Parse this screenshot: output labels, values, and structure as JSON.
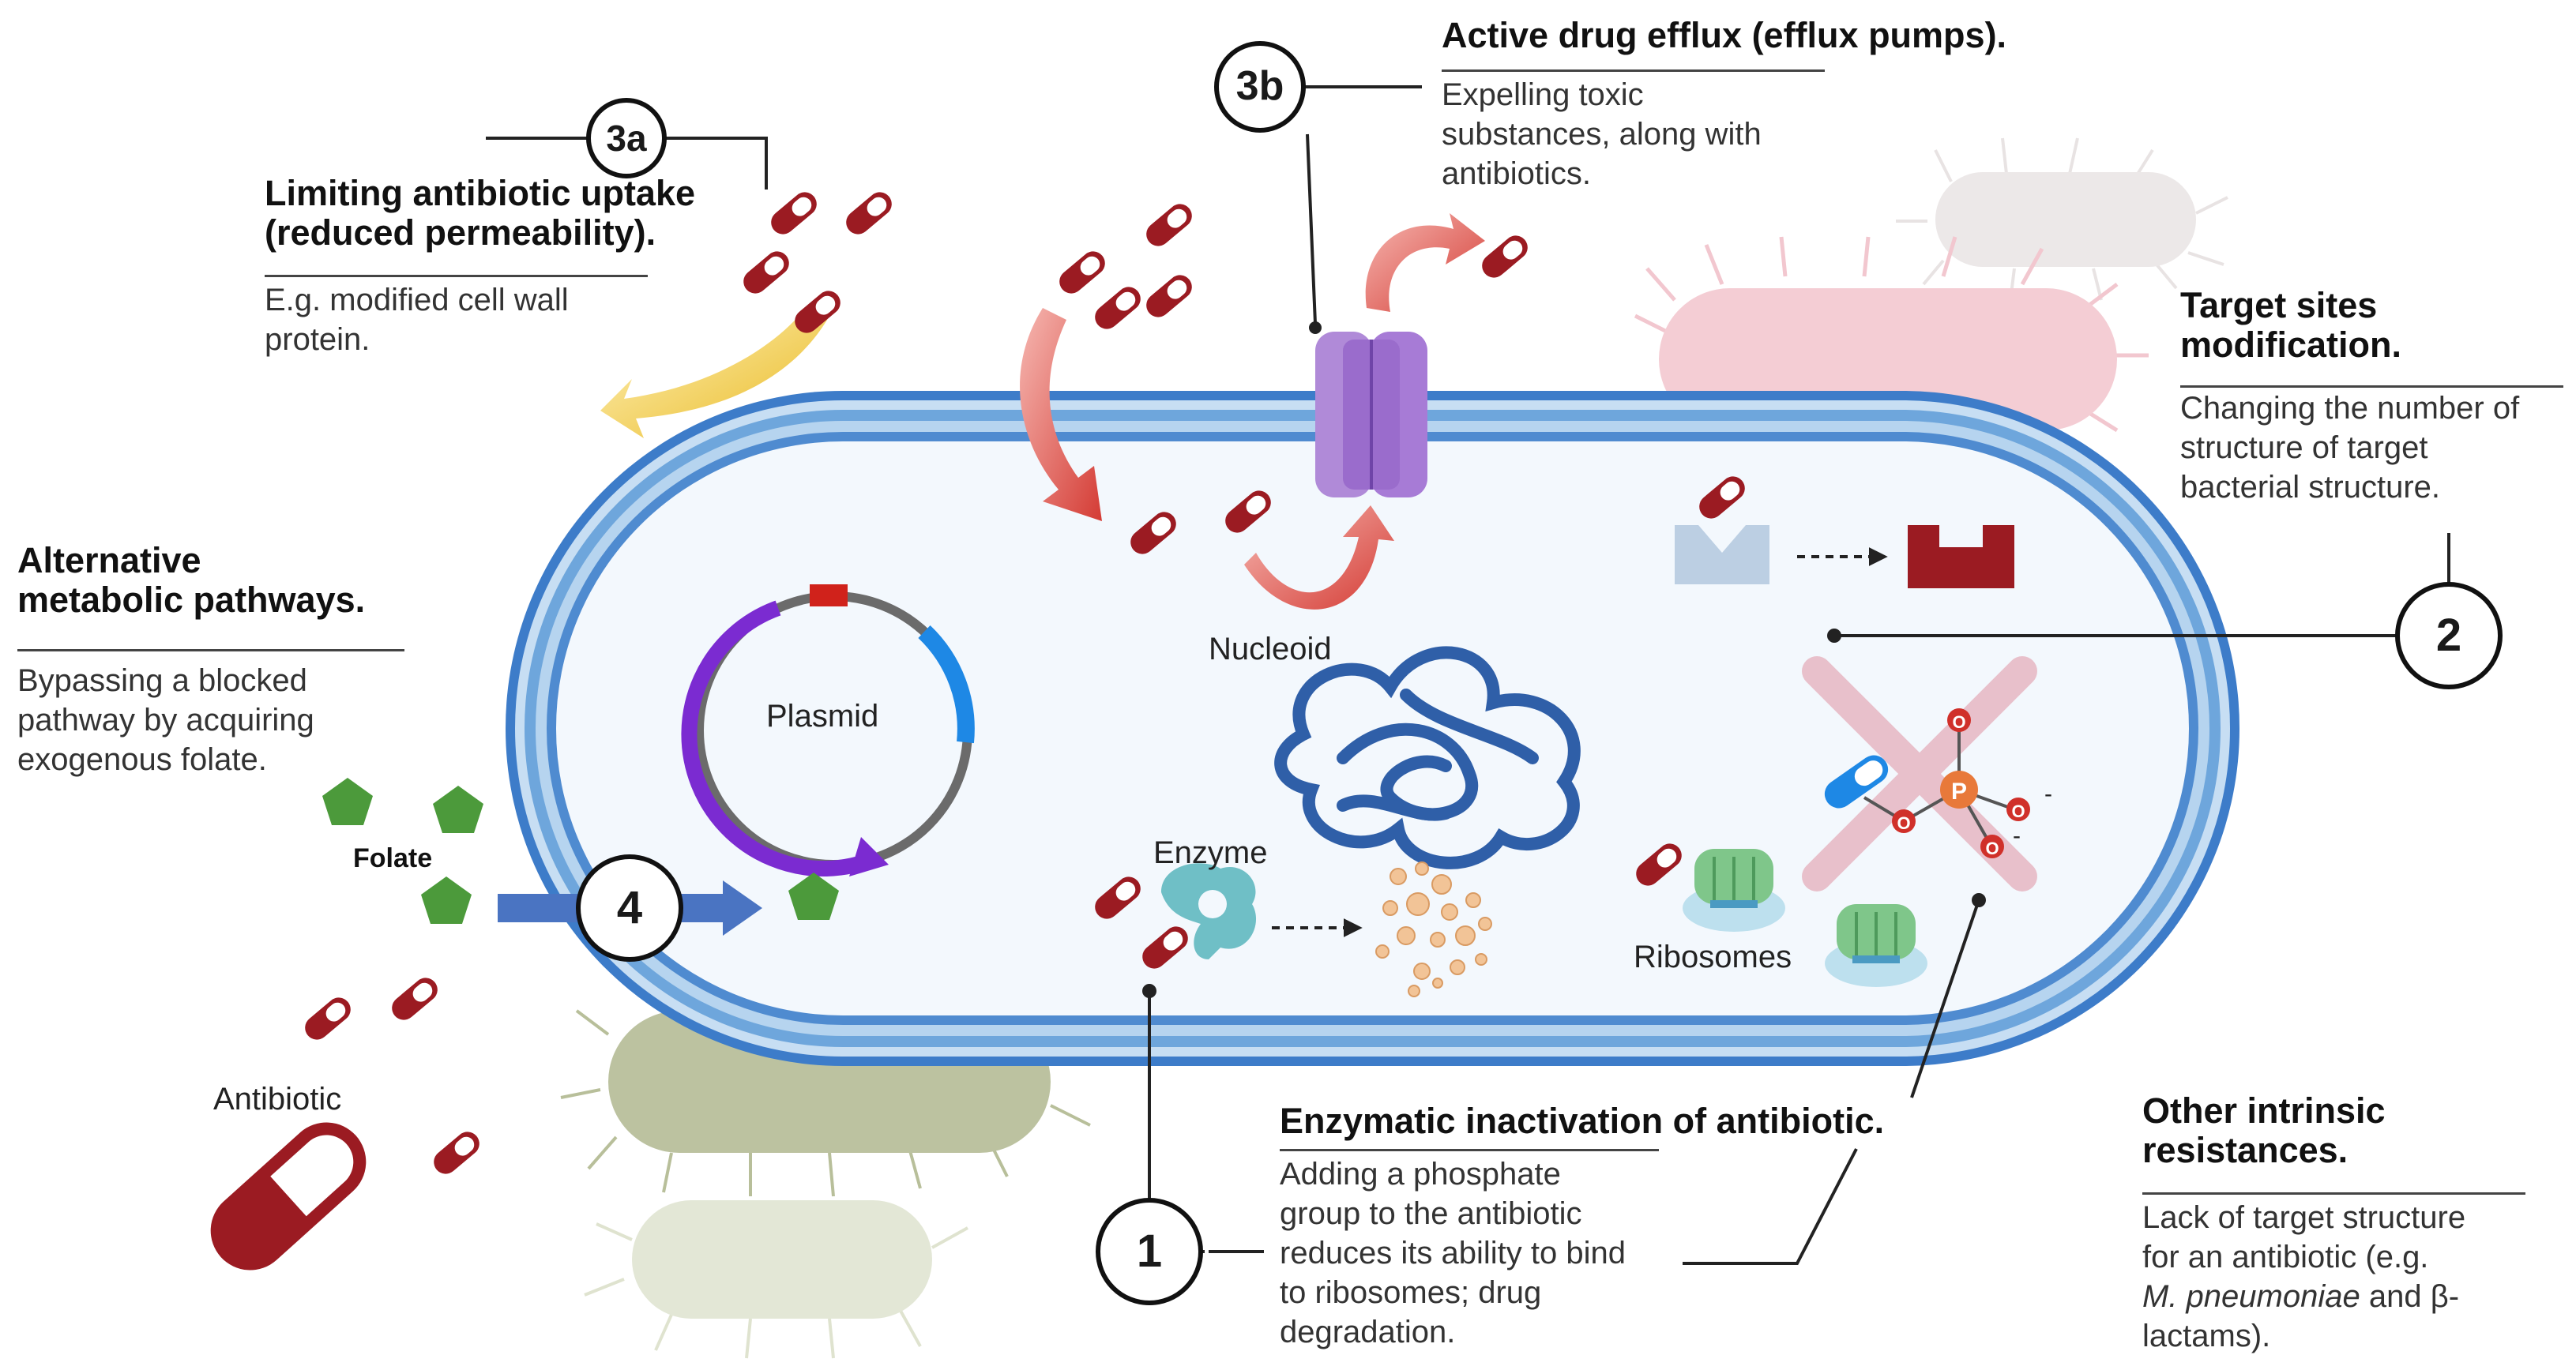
{
  "mechanisms": {
    "m3a": {
      "number": "3a",
      "title_line1": "Limiting antibiotic uptake",
      "title_line2": "(reduced permeability).",
      "desc_line1": "E.g. modified cell wall",
      "desc_line2": "protein."
    },
    "m3b": {
      "number": "3b",
      "title": "Active drug efflux (efflux pumps).",
      "desc_line1": "Expelling toxic",
      "desc_line2": "substances, along with",
      "desc_line3": "antibiotics."
    },
    "m2": {
      "number": "2",
      "title_line1": "Target sites",
      "title_line2": "modification.",
      "desc_line1": "Changing the number of",
      "desc_line2": "structure of target",
      "desc_line3": "bacterial structure."
    },
    "m4": {
      "number": "4",
      "title_line1": "Alternative",
      "title_line2": "metabolic pathways.",
      "desc_line1": "Bypassing a blocked",
      "desc_line2": "pathway by acquiring",
      "desc_line3": "exogenous folate."
    },
    "m1": {
      "number": "1",
      "title": "Enzymatic inactivation of antibiotic.",
      "desc_line1": "Adding a phosphate",
      "desc_line2": "group to the antibiotic",
      "desc_line3": "reduces its ability to bind",
      "desc_line4": "to ribosomes; drug",
      "desc_line5": "degradation."
    },
    "other": {
      "title_line1": "Other intrinsic",
      "title_line2": "resistances.",
      "desc_line1": "Lack of target structure",
      "desc_line2": "for an antibiotic (e.g.",
      "desc_species": "M. pneumoniae",
      "desc_line3_rest": " and β-",
      "desc_line4": "lactams)."
    }
  },
  "labels": {
    "plasmid": "Plasmid",
    "nucleoid": "Nucleoid",
    "enzyme": "Enzyme",
    "ribosomes": "Ribosomes",
    "folate": "Folate",
    "antibiotic": "Antibiotic",
    "phosphate_p": "P",
    "phosphate_o": "O",
    "charge_minus": "-"
  },
  "colors": {
    "antibiotic_red": "#9b1b22",
    "membrane_blue": "#3d7cc9",
    "cytoplasm": "#f3f8fd",
    "efflux_purple": "#a77bd6",
    "plasmid_purple": "#7b2bd1",
    "plasmid_blue": "#1e88e5",
    "nucleoid_blue": "#2f5fa8",
    "folate_green": "#4c9a3b",
    "arrow_red": "#d8443d",
    "arrow_yellow": "#f0c93a",
    "arrow_blue": "#4a74c2",
    "enzyme_teal": "#6fbfc6",
    "ribosome_green": "#7fc68a",
    "phosphate_orange": "#e8793a",
    "cross_pink": "#e7b7c3"
  },
  "icons": [
    "antibiotic-capsule-icon",
    "efflux-pump-icon",
    "plasmid-icon",
    "nucleoid-icon",
    "enzyme-icon",
    "ribosome-icon",
    "folate-pentagon-icon",
    "phosphate-group-icon",
    "target-site-icon",
    "modified-target-icon",
    "background-bacterium-icon"
  ]
}
